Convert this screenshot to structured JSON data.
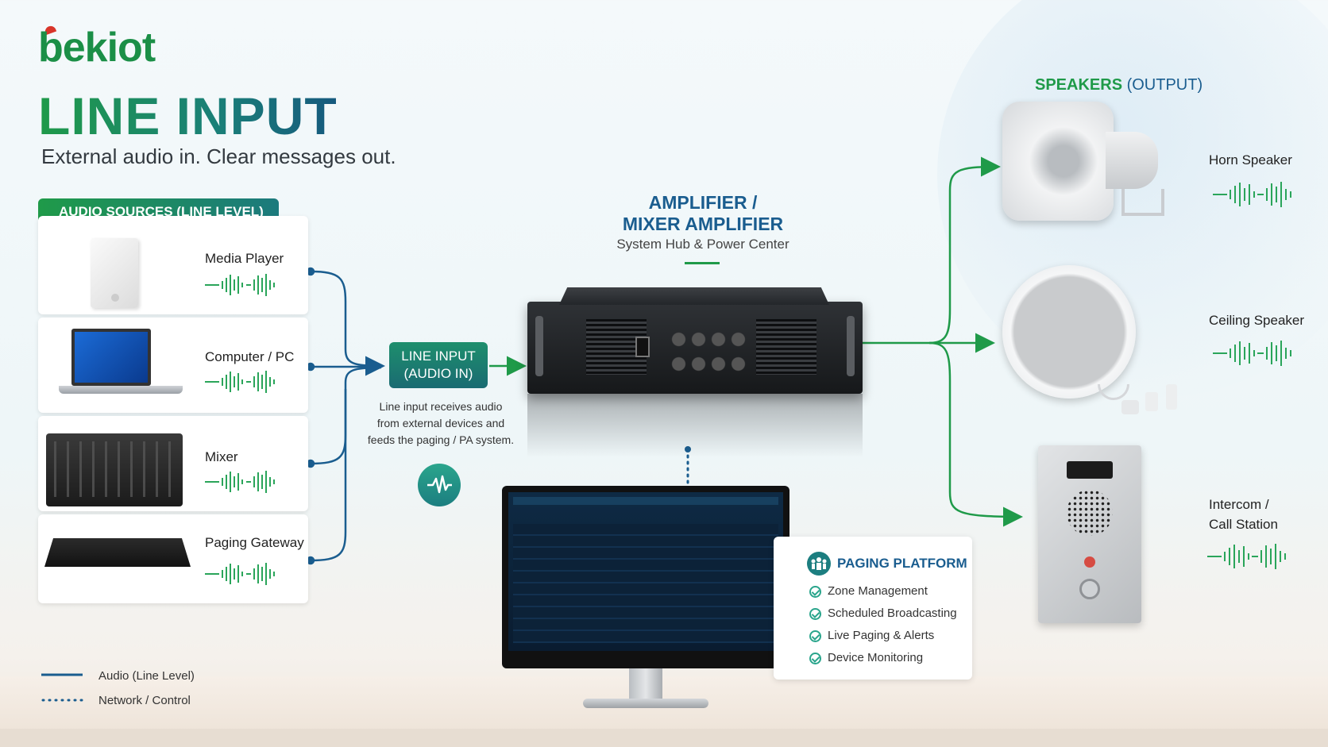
{
  "logo": {
    "text": "bekiot"
  },
  "title": "LINE INPUT",
  "subtitle": "External audio in. Clear messages out.",
  "sources": {
    "header": "AUDIO SOURCES (LINE LEVEL)",
    "items": [
      {
        "label": "Media Player"
      },
      {
        "label": "Computer / PC"
      },
      {
        "label": "Mixer"
      },
      {
        "label": "Paging Gateway"
      }
    ]
  },
  "line_input": {
    "box_line1": "LINE INPUT",
    "box_line2": "(AUDIO IN)",
    "desc_line1": "Line input receives audio",
    "desc_line2": "from external devices and",
    "desc_line3": "feeds the paging / PA system."
  },
  "amplifier": {
    "title_line1": "AMPLIFIER /",
    "title_line2": "MIXER AMPLIFIER",
    "subtitle": "System Hub & Power Center"
  },
  "speakers": {
    "title_main": "SPEAKERS",
    "title_paren": "(OUTPUT)",
    "items": [
      {
        "label": "Horn Speaker"
      },
      {
        "label": "Ceiling Speaker"
      },
      {
        "label_line1": "Intercom /",
        "label_line2": "Call Station"
      }
    ]
  },
  "platform": {
    "title": "PAGING PLATFORM",
    "items": [
      "Zone Management",
      "Scheduled Broadcasting",
      "Live Paging & Alerts",
      "Device Monitoring"
    ]
  },
  "legend": {
    "solid": "Audio (Line Level)",
    "dotted": "Network / Control"
  },
  "colors": {
    "green": "#1f9a49",
    "blue": "#1a5d8f",
    "teal": "#1c7e80"
  }
}
